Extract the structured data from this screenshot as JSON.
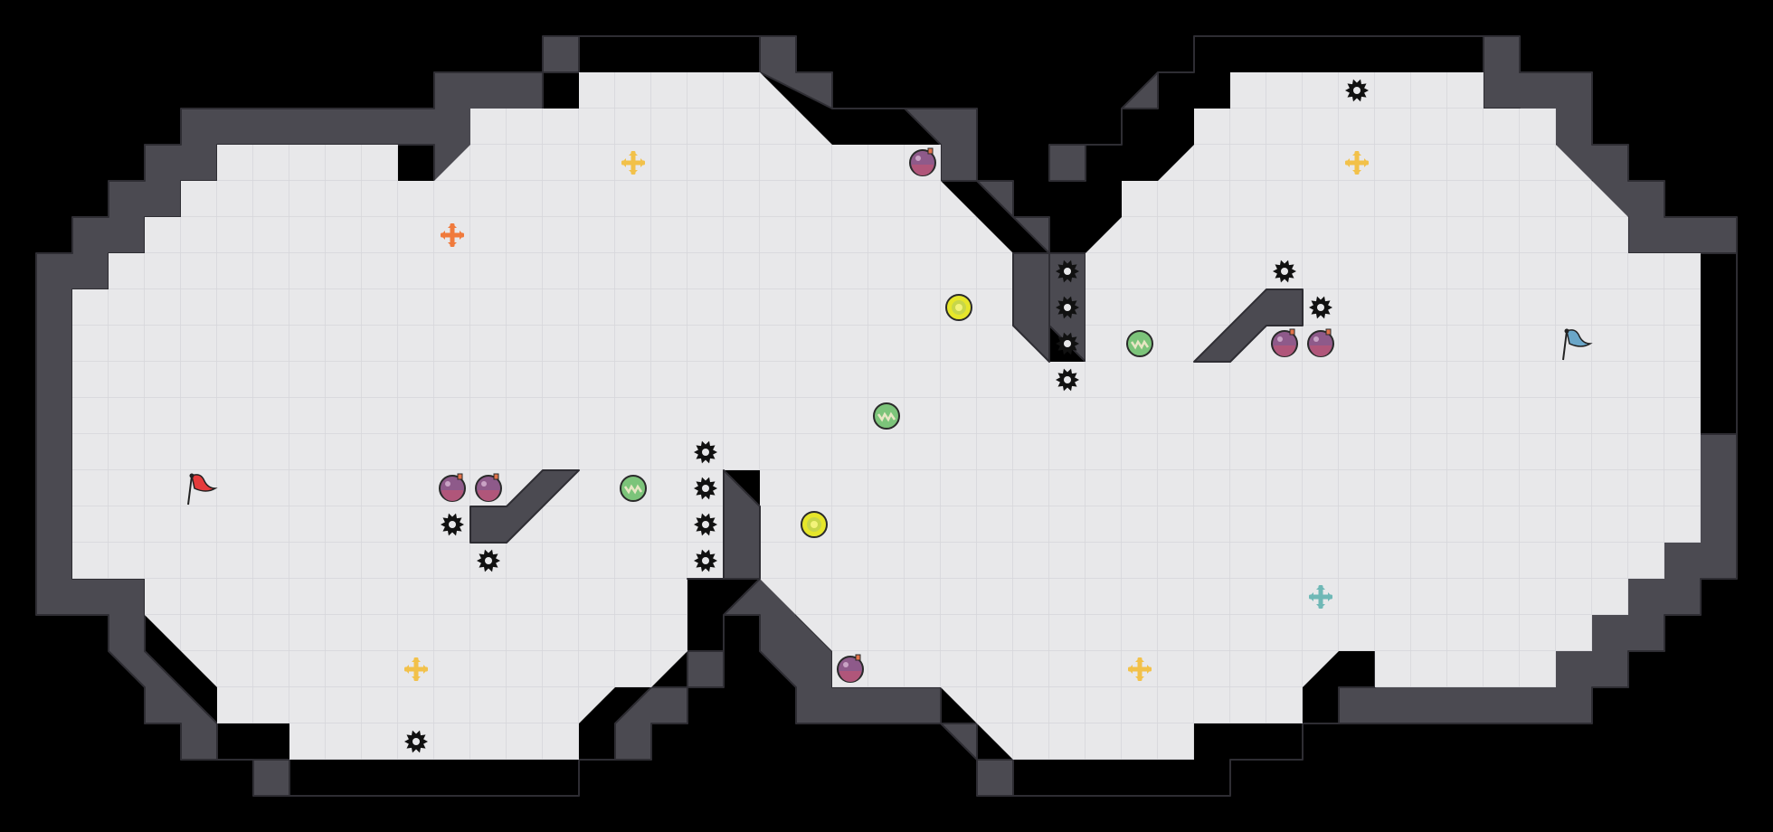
{
  "level": {
    "grid_cols": 49,
    "grid_rows": 23,
    "wall_color": "#4b4a51",
    "floor_color": "#e8e8ea",
    "floor_line_color": "#d8d8dc",
    "background_color": "#000000"
  },
  "entities": {
    "red_flag": {
      "name": "red-flag-icon",
      "color": "#e53b3b",
      "col": 5,
      "row": 13
    },
    "blue_flag": {
      "name": "blue-flag-icon",
      "color": "#6aa6c8",
      "col": 43,
      "row": 9
    },
    "plus_markers": [
      {
        "name": "orange-plus-icon",
        "color": "#f07a3c",
        "col": 12,
        "row": 6
      },
      {
        "name": "yellow-plus-icon",
        "color": "#f2c14a",
        "col": 17,
        "row": 4
      },
      {
        "name": "yellow-plus-icon",
        "color": "#f2c14a",
        "col": 37,
        "row": 4
      },
      {
        "name": "yellow-plus-icon",
        "color": "#f2c14a",
        "col": 11,
        "row": 18
      },
      {
        "name": "yellow-plus-icon",
        "color": "#f2c14a",
        "col": 31,
        "row": 18
      },
      {
        "name": "teal-plus-icon",
        "color": "#6fb8b6",
        "col": 36,
        "row": 16
      }
    ],
    "potions": [
      {
        "col": 25,
        "row": 4
      },
      {
        "col": 12,
        "row": 13
      },
      {
        "col": 13,
        "row": 13
      },
      {
        "col": 35,
        "row": 9
      },
      {
        "col": 36,
        "row": 9
      },
      {
        "col": 23,
        "row": 18
      }
    ],
    "green_orbs": [
      {
        "col": 17,
        "row": 13
      },
      {
        "col": 24,
        "row": 11
      },
      {
        "col": 31,
        "row": 9
      }
    ],
    "yellow_orbs": [
      {
        "col": 26,
        "row": 8
      },
      {
        "col": 22,
        "row": 14
      }
    ],
    "spikes": [
      {
        "col": 37,
        "row": 2
      },
      {
        "col": 29,
        "row": 7
      },
      {
        "col": 29,
        "row": 8
      },
      {
        "col": 29,
        "row": 9
      },
      {
        "col": 29,
        "row": 10
      },
      {
        "col": 35,
        "row": 7
      },
      {
        "col": 36,
        "row": 8
      },
      {
        "col": 19,
        "row": 12
      },
      {
        "col": 19,
        "row": 13
      },
      {
        "col": 19,
        "row": 14
      },
      {
        "col": 19,
        "row": 15
      },
      {
        "col": 12,
        "row": 14
      },
      {
        "col": 13,
        "row": 15
      },
      {
        "col": 11,
        "row": 20
      }
    ]
  }
}
